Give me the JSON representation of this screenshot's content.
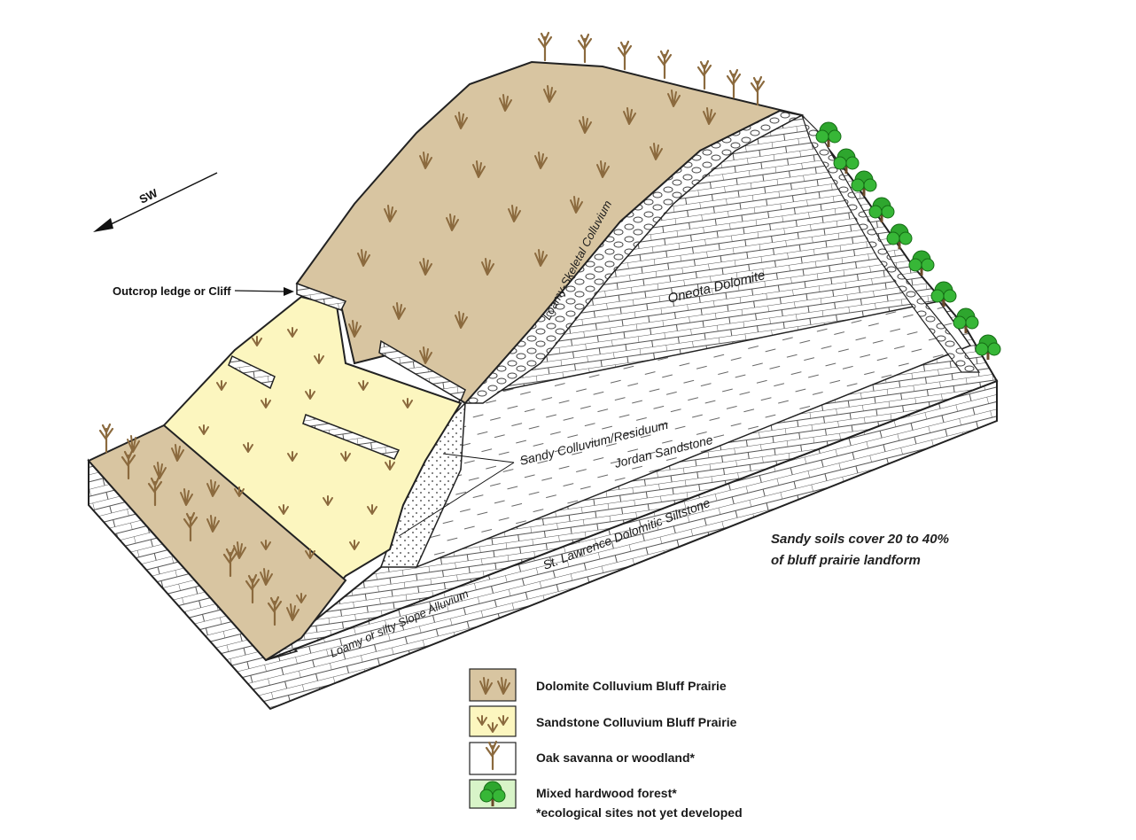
{
  "direction": "SW",
  "callouts": {
    "outcrop": "Outcrop ledge or Cliff"
  },
  "layers": {
    "loamy_skeletal": "Loamy-Skeletal Colluvium",
    "oneota": "Oneota Dolomite",
    "sandy_colluvium": "Sandy Colluvium/Residuum",
    "jordan": "Jordan Sandstone",
    "st_lawrence": "St. Lawrence Dolomitic Siltstone",
    "slope_alluvium": "Loamy or silty Slope Alluvium"
  },
  "note": {
    "line1": "Sandy soils cover 20 to 40%",
    "line2": "of bluff prairie landform"
  },
  "legend": {
    "items": [
      {
        "label": "Dolomite Colluvium Bluff Prairie",
        "icon": "dolomite-grass-icon",
        "color": "#d8c5a1"
      },
      {
        "label": "Sandstone Colluvium Bluff Prairie",
        "icon": "sandstone-grass-icon",
        "color": "#fcf6bf"
      },
      {
        "label": "Oak savanna or woodland*",
        "icon": "oak-tree-icon",
        "color": "#ffffff"
      },
      {
        "label": "Mixed hardwood forest*",
        "icon": "green-tree-icon",
        "color": "#d8f4c8"
      }
    ],
    "footnote": "*ecological sites not yet developed"
  },
  "colors": {
    "dolomite_prairie": "#d8c5a1",
    "sandstone_prairie": "#fcf6bf",
    "grass": "#8b6a3e",
    "forest": "#2ea62e"
  }
}
